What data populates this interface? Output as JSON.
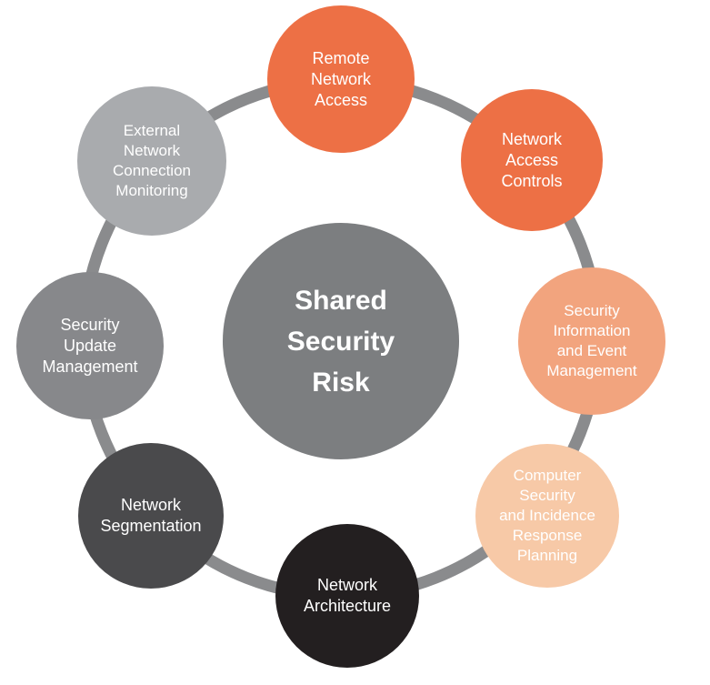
{
  "diagram": {
    "title": "Shared Security Risk",
    "type": "hub-and-spoke-cycle",
    "ring": {
      "color": "#8A8B8D",
      "stroke_width": 13
    }
  },
  "nodes": [
    {
      "id": "shared-security-risk",
      "label": "Shared\nSecurity\nRisk",
      "color": "#7C7E80",
      "text_color": "#FFFFFF",
      "role": "center"
    },
    {
      "id": "remote-network-access",
      "label": "Remote\nNetwork\nAccess",
      "color": "#ED7045",
      "text_color": "#FFFFFF",
      "role": "satellite-top"
    },
    {
      "id": "network-access-controls",
      "label": "Network\nAccess\nControls",
      "color": "#ED7045",
      "text_color": "#FFFFFF",
      "role": "satellite-top-right"
    },
    {
      "id": "security-information-and-event-management",
      "label": "Security\nInformation\nand Event\nManagement",
      "color": "#F2A47E",
      "text_color": "#FFFFFF",
      "role": "satellite-right"
    },
    {
      "id": "computer-security-incidence-response",
      "label": "Computer\nSecurity\nand Incidence\nResponse\nPlanning",
      "color": "#F7C9A7",
      "text_color": "#FFFFFF",
      "role": "satellite-bottom-right"
    },
    {
      "id": "network-architecture",
      "label": "Network\nArchitecture",
      "color": "#231F20",
      "text_color": "#FFFFFF",
      "role": "satellite-bottom"
    },
    {
      "id": "network-segmentation",
      "label": "Network\nSegmentation",
      "color": "#4A4A4C",
      "text_color": "#FFFFFF",
      "role": "satellite-bottom-left"
    },
    {
      "id": "security-update-management",
      "label": "Security\nUpdate\nManagement",
      "color": "#87888B",
      "text_color": "#FFFFFF",
      "role": "satellite-left"
    },
    {
      "id": "external-network-connection-monitoring",
      "label": "External\nNetwork\nConnection\nMonitoring",
      "color": "#A9ABAE",
      "text_color": "#FFFFFF",
      "role": "satellite-top-left"
    }
  ]
}
